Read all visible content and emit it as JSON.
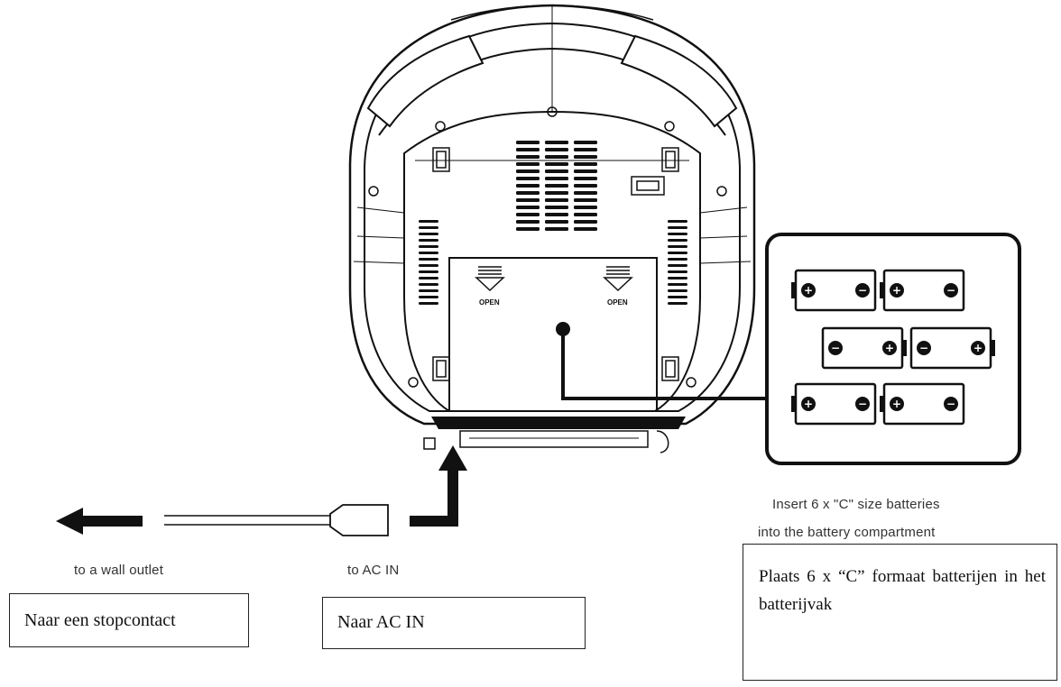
{
  "labels": {
    "wall_outlet": "to a wall outlet",
    "ac_in": "to AC IN",
    "battery_line1": "Insert 6 x \"C\" size batteries",
    "battery_line2": "into the battery compartment",
    "open_left": "OPEN",
    "open_right": "OPEN"
  },
  "translations": {
    "wall_outlet": "Naar een stopcontact",
    "ac_in": "Naar AC IN",
    "battery": "Plaats 6 x “C” formaat batterijen in het batterijvak"
  },
  "battery_polarity": [
    [
      "+",
      "-"
    ],
    [
      "+",
      "-"
    ],
    [
      "-",
      "+"
    ],
    [
      "-",
      "+"
    ],
    [
      "+",
      "-"
    ],
    [
      "+",
      "-"
    ]
  ],
  "colors": {
    "line": "#111111",
    "background": "#ffffff"
  }
}
